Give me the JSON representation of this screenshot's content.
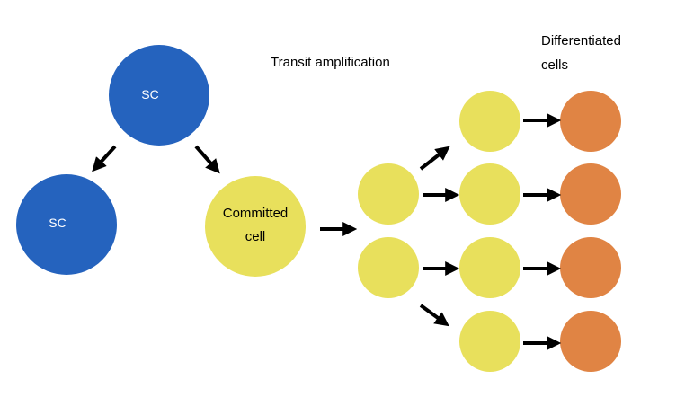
{
  "nodes": {
    "stem_cell_parent": {
      "label": "SC"
    },
    "stem_cell_daughter": {
      "label": "SC"
    },
    "committed_cell": {
      "label_line1": "Committed",
      "label_line2": "cell"
    }
  },
  "captions": {
    "transit_amplification": "Transit amplification",
    "differentiated_line1": "Differentiated",
    "differentiated_line2": "cells"
  },
  "colors": {
    "stem_cell": "#2563be",
    "transit_cell": "#e8e05c",
    "differentiated_cell": "#e08444",
    "arrow": "#000000"
  }
}
